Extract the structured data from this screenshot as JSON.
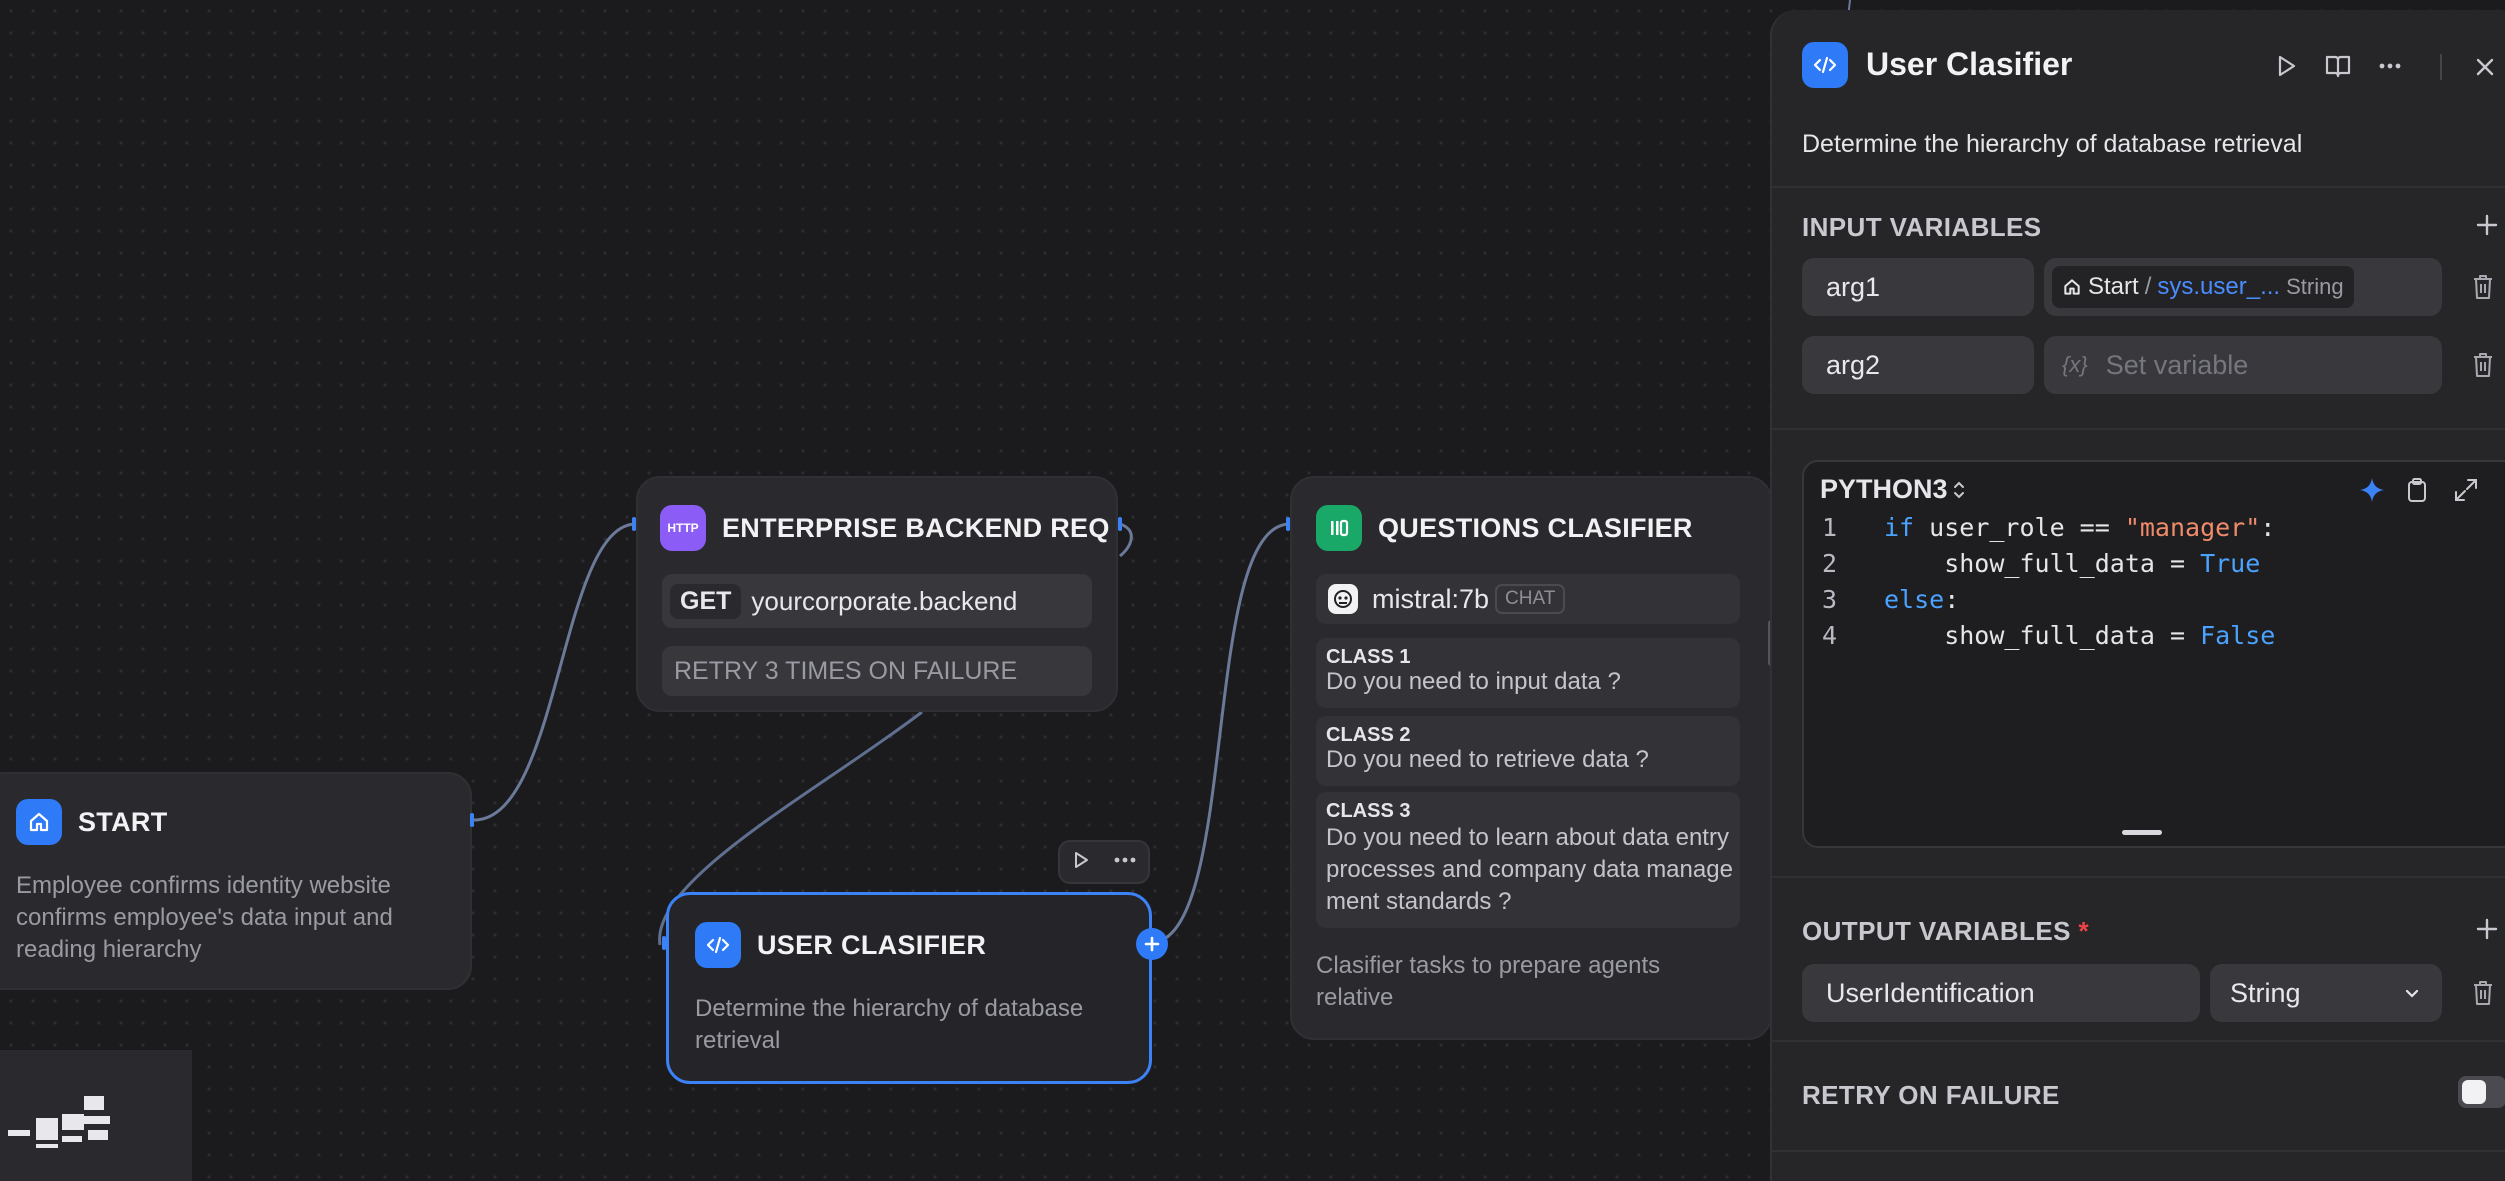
{
  "nodes": {
    "start": {
      "title": "START",
      "description": "Employee confirms identity website confirms employee's data input and reading hierarchy"
    },
    "http": {
      "icon_label": "HTTP",
      "title": "ENTERPRISE BACKEND REQ",
      "method": "GET",
      "url": "yourcorporate.backend",
      "retry": "RETRY 3 TIMES ON FAILURE"
    },
    "questions": {
      "title": "QUESTIONS CLASIFIER",
      "model": "mistral:7b",
      "model_badge": "CHAT",
      "classes": [
        {
          "label": "CLASS 1",
          "text": "Do you need to input data ?"
        },
        {
          "label": "CLASS 2",
          "text": "Do you need to retrieve data ?"
        },
        {
          "label": "CLASS 3",
          "text": "Do you need to learn about data entry processes and company data management standards ?"
        }
      ],
      "description": "Clasifier tasks to prepare agents relative"
    },
    "user": {
      "title": "USER CLASIFIER",
      "description": "Determine the hierarchy of database retrieval"
    }
  },
  "panel": {
    "title": "User Clasifier",
    "description": "Determine the hierarchy of database retrieval",
    "input_variables_title": "INPUT VARIABLES",
    "inputs": [
      {
        "name": "arg1",
        "source_node": "Start",
        "source_var": "sys.user_...",
        "type": "String"
      },
      {
        "name": "arg2",
        "placeholder": "Set variable"
      }
    ],
    "code_language": "PYTHON3",
    "code_lines": [
      {
        "n": "1",
        "tokens": [
          {
            "t": "if",
            "c": "kw"
          },
          {
            "t": " user_role == ",
            "c": "plain"
          },
          {
            "t": "\"manager\"",
            "c": "str"
          },
          {
            "t": ":",
            "c": "plain"
          }
        ]
      },
      {
        "n": "2",
        "tokens": [
          {
            "t": "    show_full_data = ",
            "c": "plain"
          },
          {
            "t": "True",
            "c": "kw"
          }
        ]
      },
      {
        "n": "3",
        "tokens": [
          {
            "t": "else",
            "c": "kw"
          },
          {
            "t": ":",
            "c": "plain"
          }
        ]
      },
      {
        "n": "4",
        "tokens": [
          {
            "t": "    show_full_data = ",
            "c": "plain"
          },
          {
            "t": "False",
            "c": "kw"
          }
        ]
      }
    ],
    "output_variables_title": "OUTPUT VARIABLES",
    "output_required_mark": "*",
    "output": {
      "name": "UserIdentification",
      "type": "String"
    },
    "retry_title": "RETRY ON FAILURE"
  },
  "colors": {
    "accent": "#2f7bf7",
    "http_icon": "#8b5cf6",
    "classifier_icon": "#19a867",
    "edge": "#6b7a99",
    "required": "#ef4444"
  }
}
